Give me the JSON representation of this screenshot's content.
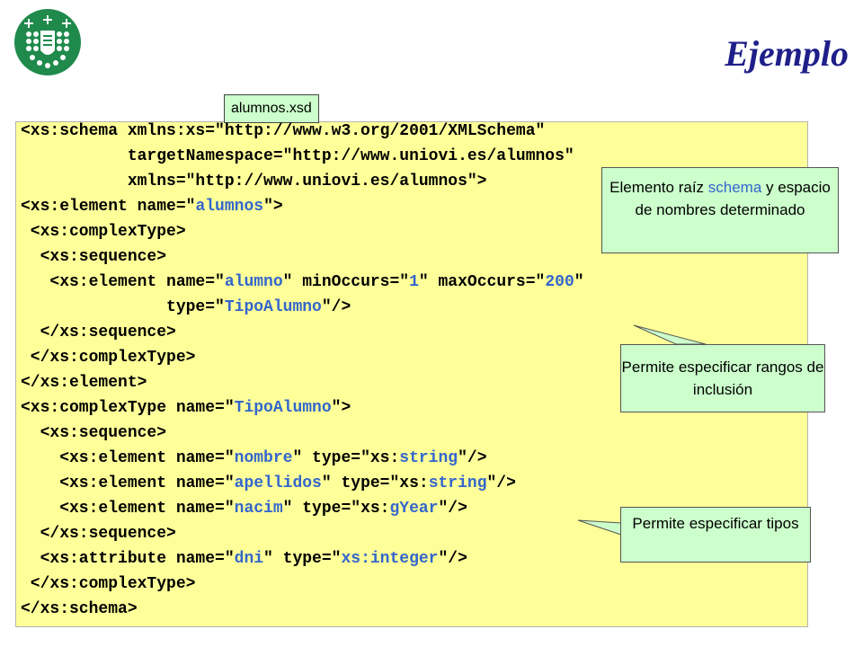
{
  "slide": {
    "title": "Ejemplo",
    "file_label": "alumnos.xsd"
  },
  "code_lines": [
    [
      {
        "t": "<xs:schema xmlns:xs=\"http://www.w3.org/2001/XMLSchema\""
      }
    ],
    [
      {
        "t": "           targetNamespace=\"http://www.uniovi.es/alumnos\""
      }
    ],
    [
      {
        "t": "           xmlns=\"http://www.uniovi.es/alumnos\">"
      }
    ],
    [
      {
        "t": "<xs:element name=\""
      },
      {
        "t": "alumnos",
        "hl": true
      },
      {
        "t": "\">"
      }
    ],
    [
      {
        "t": " <xs:complexType>"
      }
    ],
    [
      {
        "t": "  <xs:sequence>"
      }
    ],
    [
      {
        "t": "   <xs:element name=\""
      },
      {
        "t": "alumno",
        "hl": true
      },
      {
        "t": "\" minOccurs=\""
      },
      {
        "t": "1",
        "hl": true
      },
      {
        "t": "\" maxOccurs=\""
      },
      {
        "t": "200",
        "hl": true
      },
      {
        "t": "\""
      }
    ],
    [
      {
        "t": "               type=\""
      },
      {
        "t": "TipoAlumno",
        "hl": true
      },
      {
        "t": "\"/>"
      }
    ],
    [
      {
        "t": "  </xs:sequence>"
      }
    ],
    [
      {
        "t": " </xs:complexType>"
      }
    ],
    [
      {
        "t": "</xs:element>"
      }
    ],
    [
      {
        "t": "<xs:complexType name=\""
      },
      {
        "t": "TipoAlumno",
        "hl": true
      },
      {
        "t": "\">"
      }
    ],
    [
      {
        "t": "  <xs:sequence>"
      }
    ],
    [
      {
        "t": "    <xs:element name=\""
      },
      {
        "t": "nombre",
        "hl": true
      },
      {
        "t": "\" type=\"xs:"
      },
      {
        "t": "string",
        "hl": true
      },
      {
        "t": "\"/>"
      }
    ],
    [
      {
        "t": "    <xs:element name=\""
      },
      {
        "t": "apellidos",
        "hl": true
      },
      {
        "t": "\" type=\"xs:"
      },
      {
        "t": "string",
        "hl": true
      },
      {
        "t": "\"/>"
      }
    ],
    [
      {
        "t": "    <xs:element name=\""
      },
      {
        "t": "nacim",
        "hl": true
      },
      {
        "t": "\" type=\"xs:"
      },
      {
        "t": "gYear",
        "hl": true
      },
      {
        "t": "\"/>"
      }
    ],
    [
      {
        "t": "  </xs:sequence>"
      }
    ],
    [
      {
        "t": "  <xs:attribute name=\""
      },
      {
        "t": "dni",
        "hl": true
      },
      {
        "t": "\" type=\""
      },
      {
        "t": "xs:integer",
        "hl": true
      },
      {
        "t": "\"/>"
      }
    ],
    [
      {
        "t": " </xs:complexType>"
      }
    ],
    [
      {
        "t": "</xs:schema>"
      }
    ]
  ],
  "callouts": {
    "root": {
      "before": "Elemento raíz ",
      "highlight": "schema",
      "after": " y espacio de nombres determinado"
    },
    "ranges": "Permite especificar rangos de inclusión",
    "types": "Permite especificar tipos"
  },
  "colors": {
    "code_background": "#ffff99",
    "callout_background": "#ccffcc",
    "highlight_text": "#3366cc",
    "title_text": "#1f1f8a",
    "logo": "#1f8a4c"
  }
}
